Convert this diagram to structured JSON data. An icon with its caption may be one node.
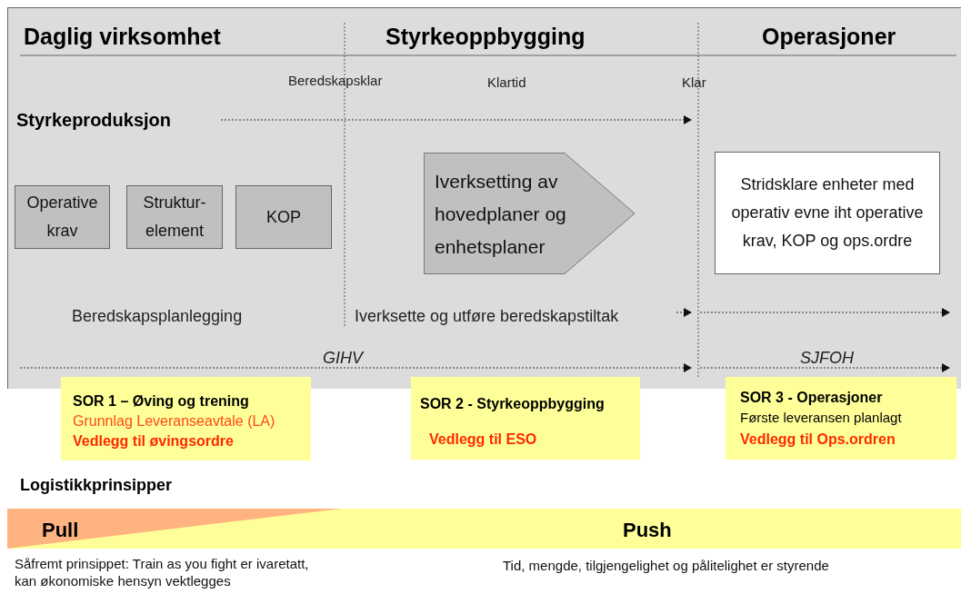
{
  "diagram": {
    "nodes": [
      {
        "text": [
          "Operative krav"
        ]
      },
      {
        "text": [
          "Struktur-element"
        ]
      },
      {
        "text": [
          "KOP"
        ]
      },
      {
        "text": [
          "Iverksetting av hovedplaner og enhetsplaner"
        ]
      },
      {
        "text": [
          "Stridsklare enheter  med operativ evne iht operative krav, KOP og ops.ordre"
        ]
      },
      {
        "text": [
          "SOR 1 – Øving og trening",
          "Grunnlag Leveranseavtale (LA)",
          "Vedlegg til øvingsordre"
        ]
      },
      {
        "text": [
          "SOR 2 - Styrkeoppbygging",
          "Vedlegg til ESO"
        ]
      },
      {
        "text": [
          "SOR 3 - Operasjoner",
          "Første leveransen planlagt",
          "Vedlegg til Ops.ordren"
        ]
      },
      {
        "text": [
          "Pull",
          "Push"
        ]
      }
    ],
    "labels": [
      "Daglig virksomhet",
      "Styrkeoppbygging",
      "Operasjoner",
      "Beredskapsklar",
      "Klartid",
      "Klar",
      "Styrkeproduksjon",
      "Beredskapsplanlegging",
      "Iverksette og utføre beredskapstiltak",
      "GIHV",
      "SJFOH",
      "Logistikkprinsipper",
      "Såfremt prinsippet:  Train as you fight er ivaretatt, kan økonomiske hensyn vektlegges",
      "Tid, mengde, tilgjengelighet og pålitelighet er styrende"
    ]
  }
}
